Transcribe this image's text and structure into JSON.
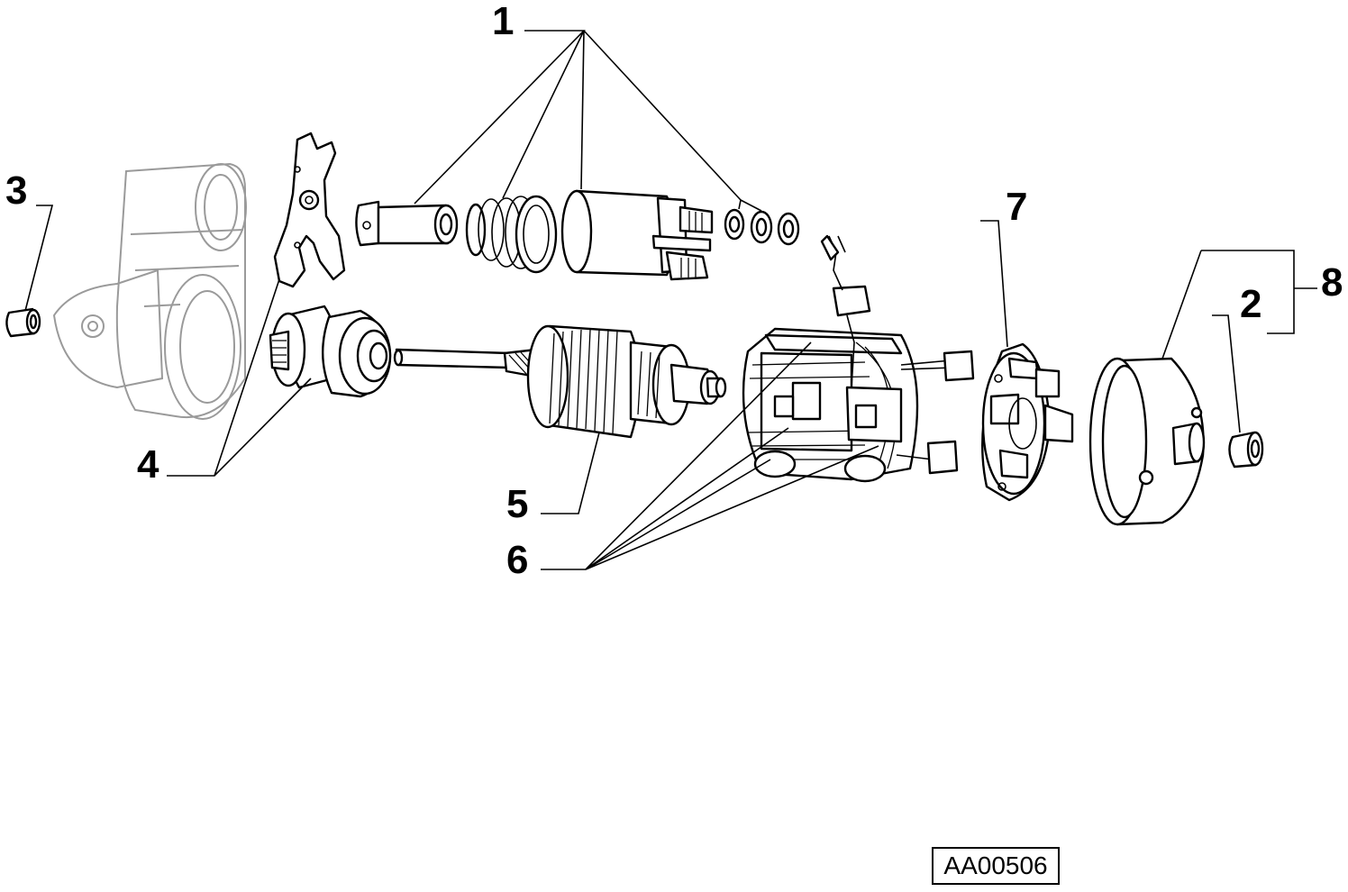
{
  "callouts": {
    "n1": "1",
    "n2": "2",
    "n3": "3",
    "n4": "4",
    "n5": "5",
    "n6": "6",
    "n7": "7",
    "n8": "8"
  },
  "reference_code": "AA00506"
}
